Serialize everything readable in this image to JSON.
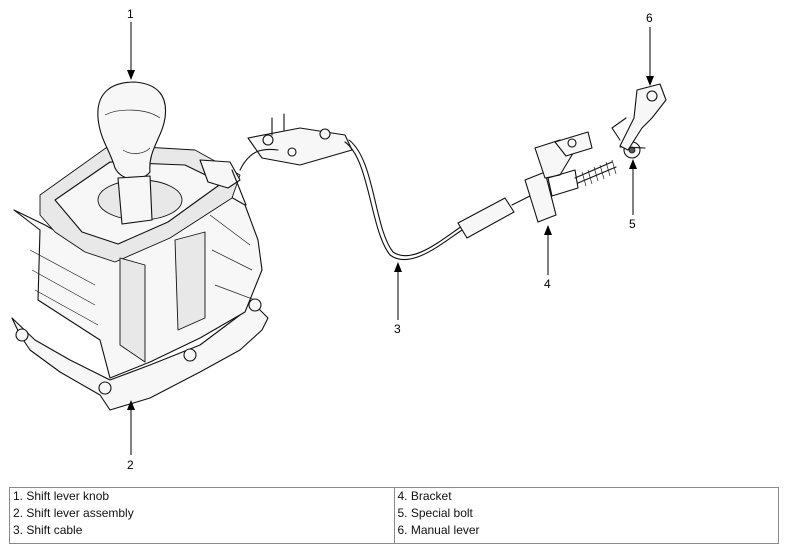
{
  "callouts": [
    "1",
    "2",
    "3",
    "4",
    "5",
    "6"
  ],
  "legend": {
    "left": [
      "1. Shift lever knob",
      "2. Shift lever assembly",
      "3. Shift cable"
    ],
    "right": [
      "4. Bracket",
      "5. Special bolt",
      "6. Manual lever"
    ]
  }
}
